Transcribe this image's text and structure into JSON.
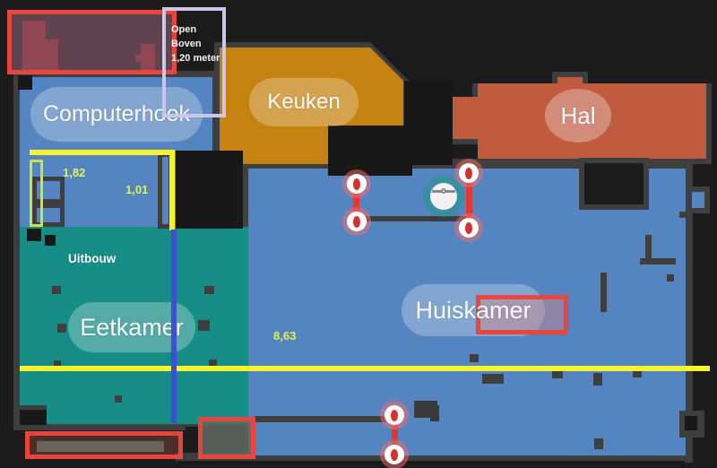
{
  "map": {
    "rooms": {
      "computerhoek": {
        "label": "Computerhoek",
        "color": "#5585c0"
      },
      "keuken": {
        "label": "Keuken",
        "color": "#c5820e"
      },
      "hal": {
        "label": "Hal",
        "color": "#c05b3f"
      },
      "eetkamer": {
        "label": "Eetkamer",
        "color": "#168d86"
      },
      "huiskamer": {
        "label": "Huiskamer",
        "color": "#5585c0"
      },
      "uitbouw": {
        "label": "Uitbouw",
        "color": "#168d86"
      }
    },
    "annotation": {
      "line1": "Open",
      "line2": "Boven",
      "line3": "1,20 meter"
    },
    "measurements": {
      "m1": "1,82",
      "m2": "1,01",
      "m3": "8,63"
    },
    "icons": {
      "robot": "robot-vacuum-icon",
      "virtual_wall_endpoint": "exclamation-pin-icon"
    },
    "colors": {
      "background": "#1c1b1b",
      "wall": "#3e3e3e",
      "room_blue": "#5585c0",
      "room_teal": "#168d86",
      "room_orange": "#c5820e",
      "room_terracotta": "#c05b3f",
      "measure_yellow": "#f5f42e",
      "measure_text_yellow": "#e3ef5b",
      "ruler_lime": "#c8e342",
      "no_go_red": "#e8453c",
      "virtual_wall_red": "#e23730",
      "blue_guide_line": "#3e4fd0",
      "annotation_box_lavender": "#cdc6e9",
      "label_pill": "rgba(255,255,255,0.27)"
    }
  }
}
